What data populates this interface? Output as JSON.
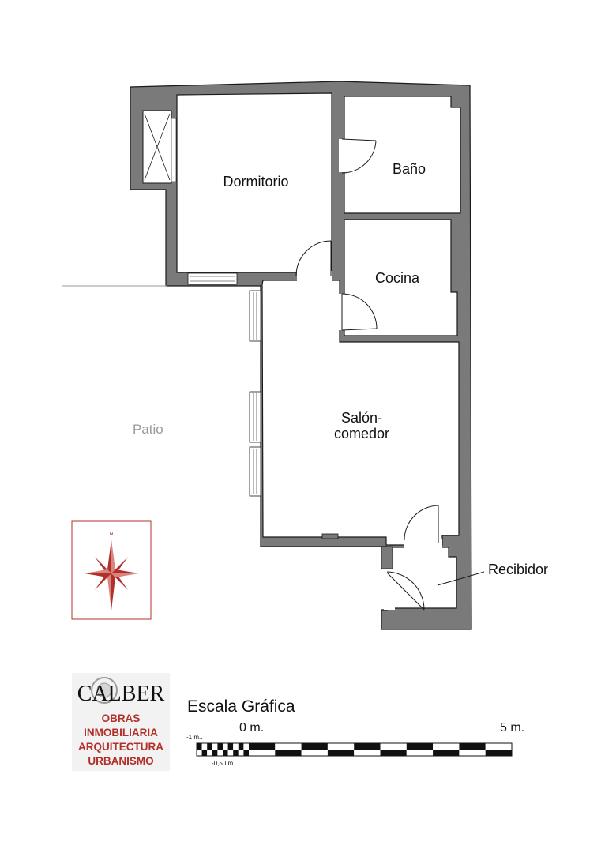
{
  "rooms": {
    "dormitorio": "Dormitorio",
    "bano": "Baño",
    "cocina": "Cocina",
    "salon_line1": "Salón-",
    "salon_line2": "comedor",
    "recibidor": "Recibidor"
  },
  "patio": "Patio",
  "compass": {
    "north": "N",
    "color": "#b3302a"
  },
  "scale": {
    "title": "Escala Gráfica",
    "start": "0 m.",
    "end": "5 m.",
    "minus_one": "-1 m..",
    "minus_half": "-0,50 m."
  },
  "logo": {
    "name": "CALBER",
    "lines": [
      "OBRAS",
      "INMOBILIARIA",
      "ARQUITECTURA",
      "URBANISMO"
    ],
    "color": "#b3302a"
  },
  "colors": {
    "wall": "#7a7a7a",
    "wall_edge": "#1a1a1a"
  }
}
